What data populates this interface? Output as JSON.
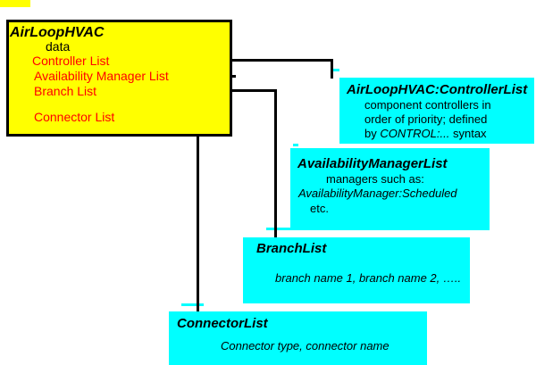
{
  "diagram": {
    "airloop": {
      "title": "AirLoopHVAC",
      "data_label": "data",
      "fields": {
        "controller": "Controller List",
        "availability": "Availability Manager List",
        "branch": "Branch List",
        "connector": "Connector List"
      }
    },
    "controller_box": {
      "title": "AirLoopHVAC:ControllerList",
      "line1": "component controllers in",
      "line2": "order of priority; defined",
      "line3_pre": "by ",
      "line3_em": "CONTROL:...",
      "line3_post": " syntax"
    },
    "availability_box": {
      "title": "AvailabilityManagerList",
      "line1": "managers such as:",
      "line2": "AvailabilityManager:Scheduled",
      "line3": "etc."
    },
    "branch_box": {
      "title": "BranchList",
      "line1": "branch name 1, branch name 2, ….."
    },
    "connector_box": {
      "title": "ConnectorList",
      "line1": "Connector type, connector name"
    },
    "colors": {
      "object_fill": "#ffff00",
      "description_fill": "#00ffff",
      "field_text": "#ff0000",
      "line": "#000000",
      "background": "#ffffff"
    }
  }
}
